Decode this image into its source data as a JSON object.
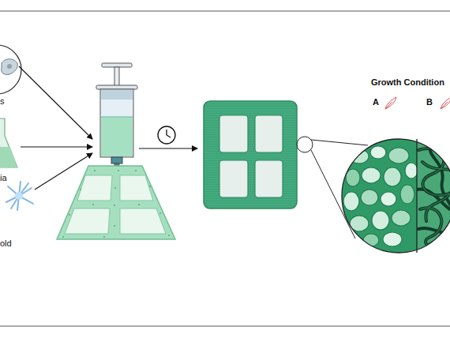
{
  "diagram": {
    "labels": [
      "s",
      "ia",
      "old",
      "Growth Condition",
      "A",
      "B"
    ]
  }
}
